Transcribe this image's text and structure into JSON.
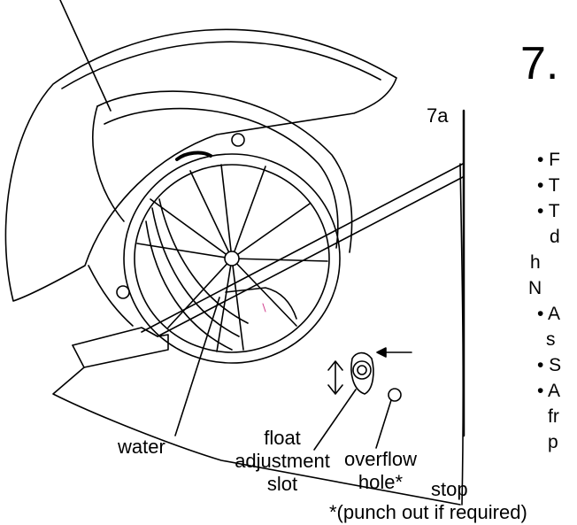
{
  "step_number": "7.",
  "sub_step": "7a",
  "labels": {
    "water": "water",
    "float_line1": "float",
    "float_line2": "adjustment",
    "float_line3": "slot",
    "overflow_line1": "overflow",
    "overflow_line2": "hole*",
    "stop": "stop",
    "punch_note": "*(punch out if required)"
  },
  "bullet_fragments": [
    "• F",
    "• T",
    "• T",
    "d",
    "h",
    "N",
    "• A",
    "s",
    "• S",
    "• A",
    "fr",
    "p"
  ],
  "colors": {
    "line": "#000000",
    "background": "#ffffff"
  }
}
